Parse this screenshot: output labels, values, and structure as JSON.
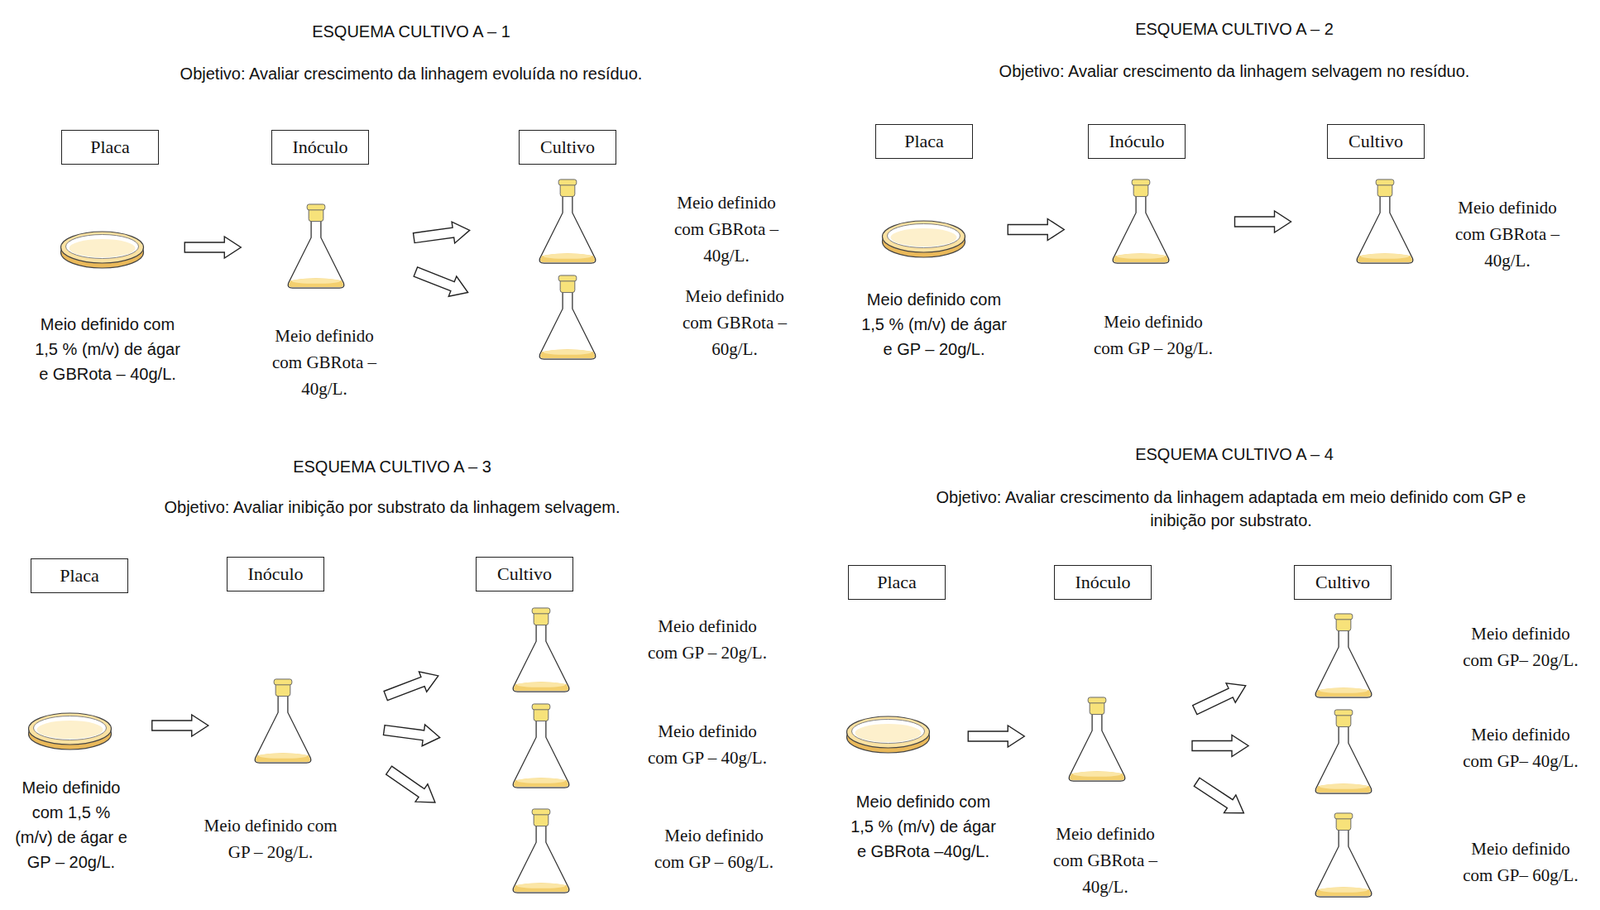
{
  "diagram": {
    "nodes": [
      {
        "text": [
          "Placa"
        ]
      },
      {
        "text": [
          "Inóculo"
        ]
      },
      {
        "text": [
          "Cultivo"
        ]
      },
      {
        "text": [
          "Meio definido com 1,5 % (m/v) de ágar e GBRota – 40g/L."
        ]
      },
      {
        "text": [
          "Meio definido com GBRota – 40g/L."
        ]
      },
      {
        "text": [
          "Meio definido com GBRota – 40g/L."
        ]
      },
      {
        "text": [
          "Meio definido com GBRota – 60g/L."
        ]
      },
      {
        "text": [
          "Placa"
        ]
      },
      {
        "text": [
          "Inóculo"
        ]
      },
      {
        "text": [
          "Cultivo"
        ]
      },
      {
        "text": [
          "Meio definido com 1,5 % (m/v) de ágar e GP – 20g/L."
        ]
      },
      {
        "text": [
          "Meio definido com GP – 20g/L."
        ]
      },
      {
        "text": [
          "Meio definido com GBRota – 40g/L."
        ]
      },
      {
        "text": [
          "Placa"
        ]
      },
      {
        "text": [
          "Inóculo"
        ]
      },
      {
        "text": [
          "Cultivo"
        ]
      },
      {
        "text": [
          "Meio definido com 1,5 % (m/v) de ágar e GP – 20g/L."
        ]
      },
      {
        "text": [
          "Meio definido com GP – 20g/L."
        ]
      },
      {
        "text": [
          "Meio definido com GP – 20g/L."
        ]
      },
      {
        "text": [
          "Meio definido com GP – 40g/L."
        ]
      },
      {
        "text": [
          "Meio definido com GP – 60g/L."
        ]
      },
      {
        "text": [
          "Placa"
        ]
      },
      {
        "text": [
          "Inóculo"
        ]
      },
      {
        "text": [
          "Cultivo"
        ]
      },
      {
        "text": [
          "Meio definido com 1,5 % (m/v) de ágar e GBRota –40g/L."
        ]
      },
      {
        "text": [
          "Meio definido com GBRota – 40g/L."
        ]
      },
      {
        "text": [
          "Meio definido com GP– 20g/L."
        ]
      },
      {
        "text": [
          "Meio definido com GP– 40g/L."
        ]
      },
      {
        "text": [
          "Meio definido com GP– 60g/L."
        ]
      }
    ],
    "edges": [
      {
        "from": 3,
        "to": 4,
        "arrow": "to"
      },
      {
        "from": 4,
        "to": 5,
        "arrow": "to"
      },
      {
        "from": 4,
        "to": 6,
        "arrow": "to"
      },
      {
        "from": 10,
        "to": 11,
        "arrow": "to"
      },
      {
        "from": 11,
        "to": 12,
        "arrow": "to"
      },
      {
        "from": 16,
        "to": 17,
        "arrow": "to"
      },
      {
        "from": 17,
        "to": 18,
        "arrow": "to"
      },
      {
        "from": 17,
        "to": 19,
        "arrow": "to"
      },
      {
        "from": 17,
        "to": 20,
        "arrow": "to"
      },
      {
        "from": 24,
        "to": 25,
        "arrow": "to"
      },
      {
        "from": 25,
        "to": 26,
        "arrow": "to"
      },
      {
        "from": 25,
        "to": 27,
        "arrow": "to"
      },
      {
        "from": 25,
        "to": 28,
        "arrow": "to"
      }
    ],
    "labels": [
      "ESQUEMA CULTIVO A – 1",
      "Objetivo: Avaliar  crescimento da linhagem evoluída no resíduo.",
      "ESQUEMA CULTIVO A – 2",
      "Objetivo: Avaliar crescimento da linhagem selvagem no resíduo.",
      "ESQUEMA CULTIVO A – 3",
      "Objetivo: Avaliar inibição por substrato da linhagem selvagem.",
      "ESQUEMA CULTIVO A – 4",
      "Objetivo: Avaliar crescimento da linhagem adaptada em meio definido com GP e inibição por substrato."
    ]
  }
}
